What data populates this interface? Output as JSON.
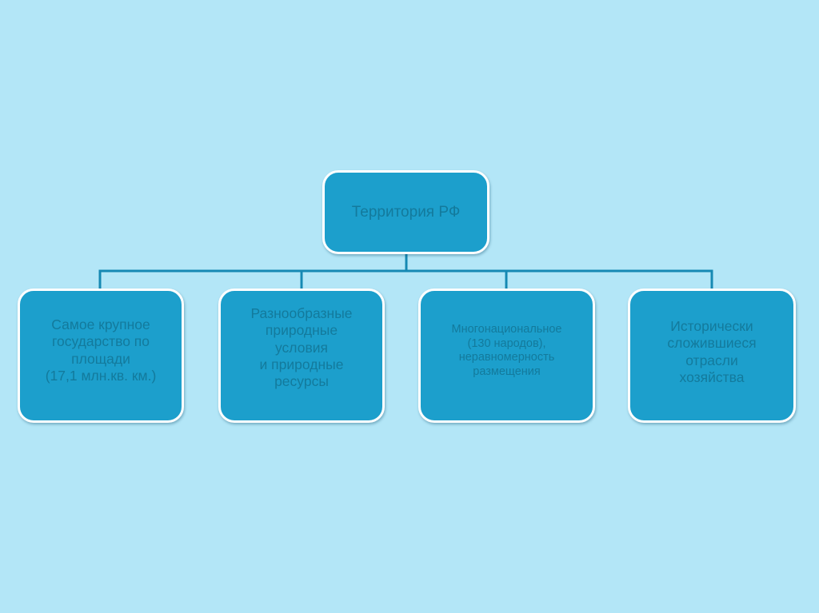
{
  "diagram": {
    "root": {
      "label": "Территория РФ"
    },
    "children": [
      {
        "lines": [
          "Самое крупное",
          "государство по",
          "площади",
          "(17,1 млн.кв. км.)"
        ]
      },
      {
        "lines": [
          "Разнообразные",
          "природные",
          "условия",
          "и природные",
          "ресурсы"
        ]
      },
      {
        "lines": [
          "Многонациональное",
          "(130 народов),",
          "неравномерность",
          "размещения"
        ]
      },
      {
        "lines": [
          "Исторически",
          "сложившиеся",
          "отрасли",
          "хозяйства"
        ]
      }
    ]
  },
  "colors": {
    "background": "#b3e6f7",
    "box_fill": "#1c9fcc",
    "box_border": "#ffffff",
    "box_text": "#137a9c",
    "connector": "#1689b3"
  }
}
